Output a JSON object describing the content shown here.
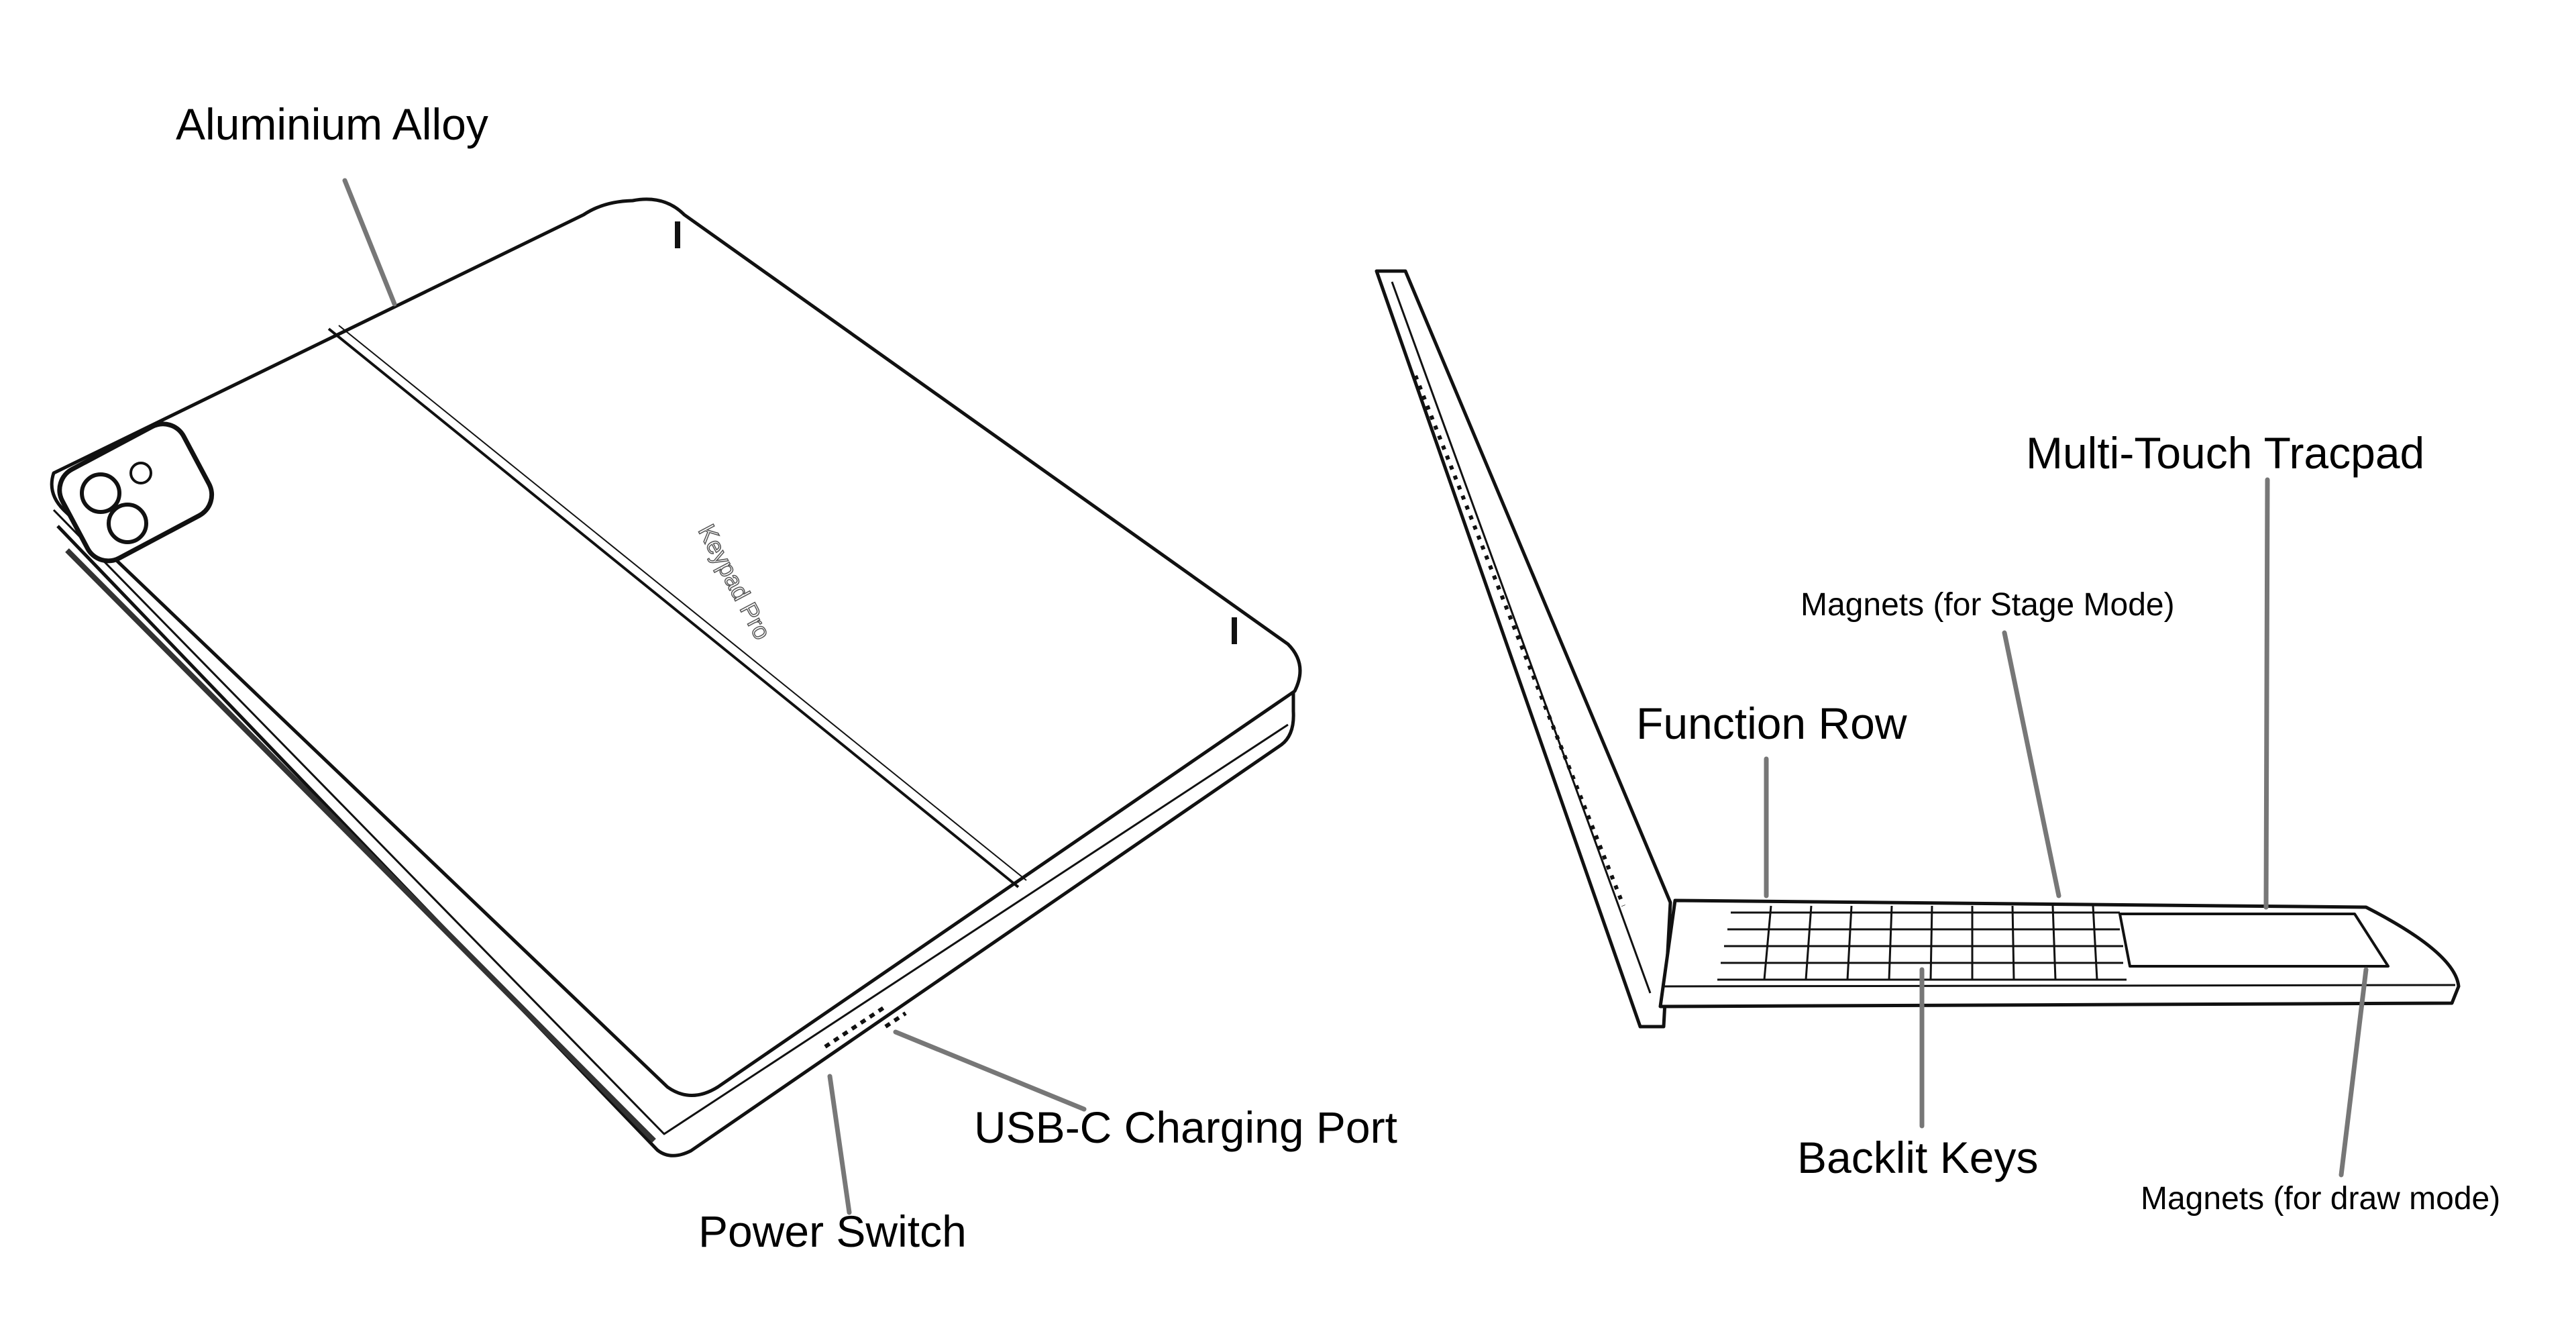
{
  "labels": {
    "aluminium_alloy": "Aluminium Alloy",
    "usb_c_port": "USB-C Charging Port",
    "power_switch": "Power Switch",
    "multi_touch_tracpad": "Multi-Touch Tracpad",
    "magnets_stage": "Magnets (for Stage Mode)",
    "function_row": "Function Row",
    "backlit_keys": "Backlit Keys",
    "magnets_draw": "Magnets (for draw mode)"
  },
  "logo_text": "Keypad Pro",
  "colors": {
    "leader": "#777777",
    "outline": "#111111",
    "text": "#000000"
  }
}
